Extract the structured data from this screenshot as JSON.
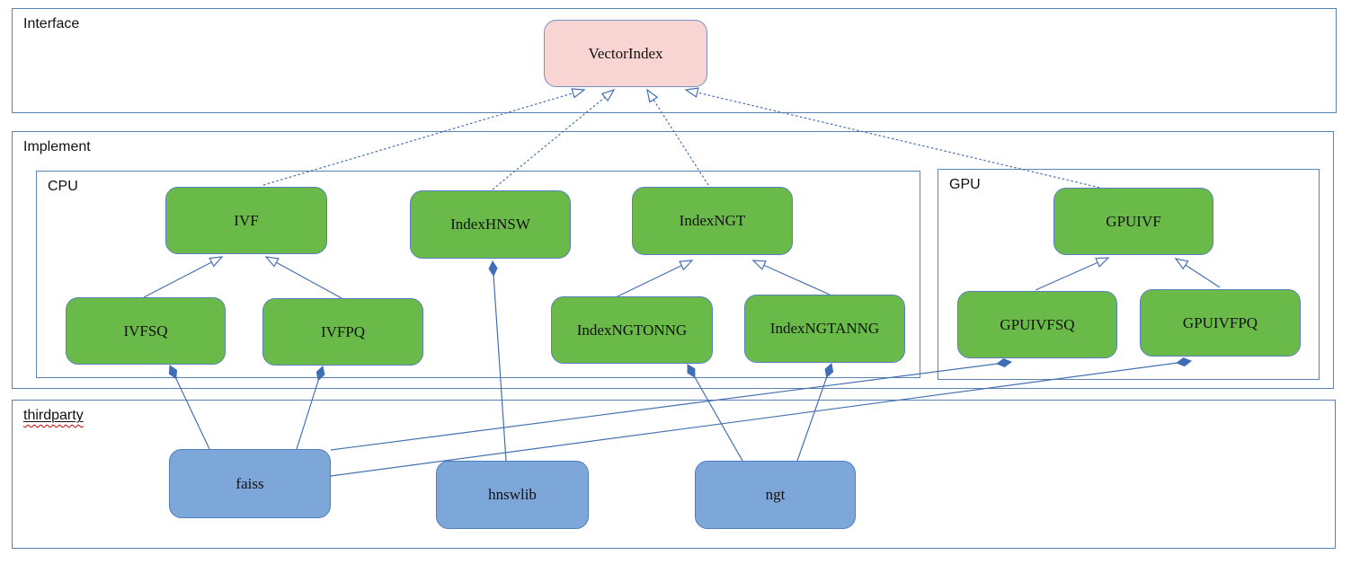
{
  "colors": {
    "node_green_fill": "#6aba4a",
    "node_green_border": "#5a7fc0",
    "node_blue_fill": "#7da7d8",
    "node_blue_border": "#4f7cbd",
    "node_pink_fill": "#f8d5d3",
    "node_pink_border": "#7d8fc7",
    "container_border": "#5a82b4",
    "connector": "#4470b0",
    "spellcheck": "#cc0000"
  },
  "containers": {
    "interface": {
      "label": "Interface"
    },
    "implement": {
      "label": "Implement"
    },
    "cpu": {
      "label": "CPU"
    },
    "gpu": {
      "label": "GPU"
    },
    "thirdparty": {
      "label": "thirdparty"
    }
  },
  "nodes": {
    "vectorindex": {
      "label": "VectorIndex"
    },
    "ivf": {
      "label": "IVF"
    },
    "indexhnsw": {
      "label": "IndexHNSW"
    },
    "indexngt": {
      "label": "IndexNGT"
    },
    "ivfsq": {
      "label": "IVFSQ"
    },
    "ivfpq": {
      "label": "IVFPQ"
    },
    "indexngtonng": {
      "label": "IndexNGTONNG"
    },
    "indexngtanng": {
      "label": "IndexNGTANNG"
    },
    "gpuivf": {
      "label": "GPUIVF"
    },
    "gpuivfsq": {
      "label": "GPUIVFSQ"
    },
    "gpuivfpq": {
      "label": "GPUIVFPQ"
    },
    "faiss": {
      "label": "faiss"
    },
    "hnswlib": {
      "label": "hnswlib"
    },
    "ngt": {
      "label": "ngt"
    }
  },
  "relations": [
    {
      "from": "IVF",
      "to": "VectorIndex",
      "type": "realization"
    },
    {
      "from": "IndexHNSW",
      "to": "VectorIndex",
      "type": "realization"
    },
    {
      "from": "IndexNGT",
      "to": "VectorIndex",
      "type": "realization"
    },
    {
      "from": "GPUIVF",
      "to": "VectorIndex",
      "type": "realization"
    },
    {
      "from": "IVFSQ",
      "to": "IVF",
      "type": "inheritance"
    },
    {
      "from": "IVFPQ",
      "to": "IVF",
      "type": "inheritance"
    },
    {
      "from": "IndexNGTONNG",
      "to": "IndexNGT",
      "type": "inheritance"
    },
    {
      "from": "IndexNGTANNG",
      "to": "IndexNGT",
      "type": "inheritance"
    },
    {
      "from": "GPUIVFSQ",
      "to": "GPUIVF",
      "type": "inheritance"
    },
    {
      "from": "GPUIVFPQ",
      "to": "GPUIVF",
      "type": "inheritance"
    },
    {
      "from": "IVFSQ",
      "to": "faiss",
      "type": "composition"
    },
    {
      "from": "IVFPQ",
      "to": "faiss",
      "type": "composition"
    },
    {
      "from": "GPUIVFSQ",
      "to": "faiss",
      "type": "composition"
    },
    {
      "from": "GPUIVFPQ",
      "to": "faiss",
      "type": "composition"
    },
    {
      "from": "IndexHNSW",
      "to": "hnswlib",
      "type": "composition"
    },
    {
      "from": "IndexNGTONNG",
      "to": "ngt",
      "type": "composition"
    },
    {
      "from": "IndexNGTANNG",
      "to": "ngt",
      "type": "composition"
    }
  ]
}
